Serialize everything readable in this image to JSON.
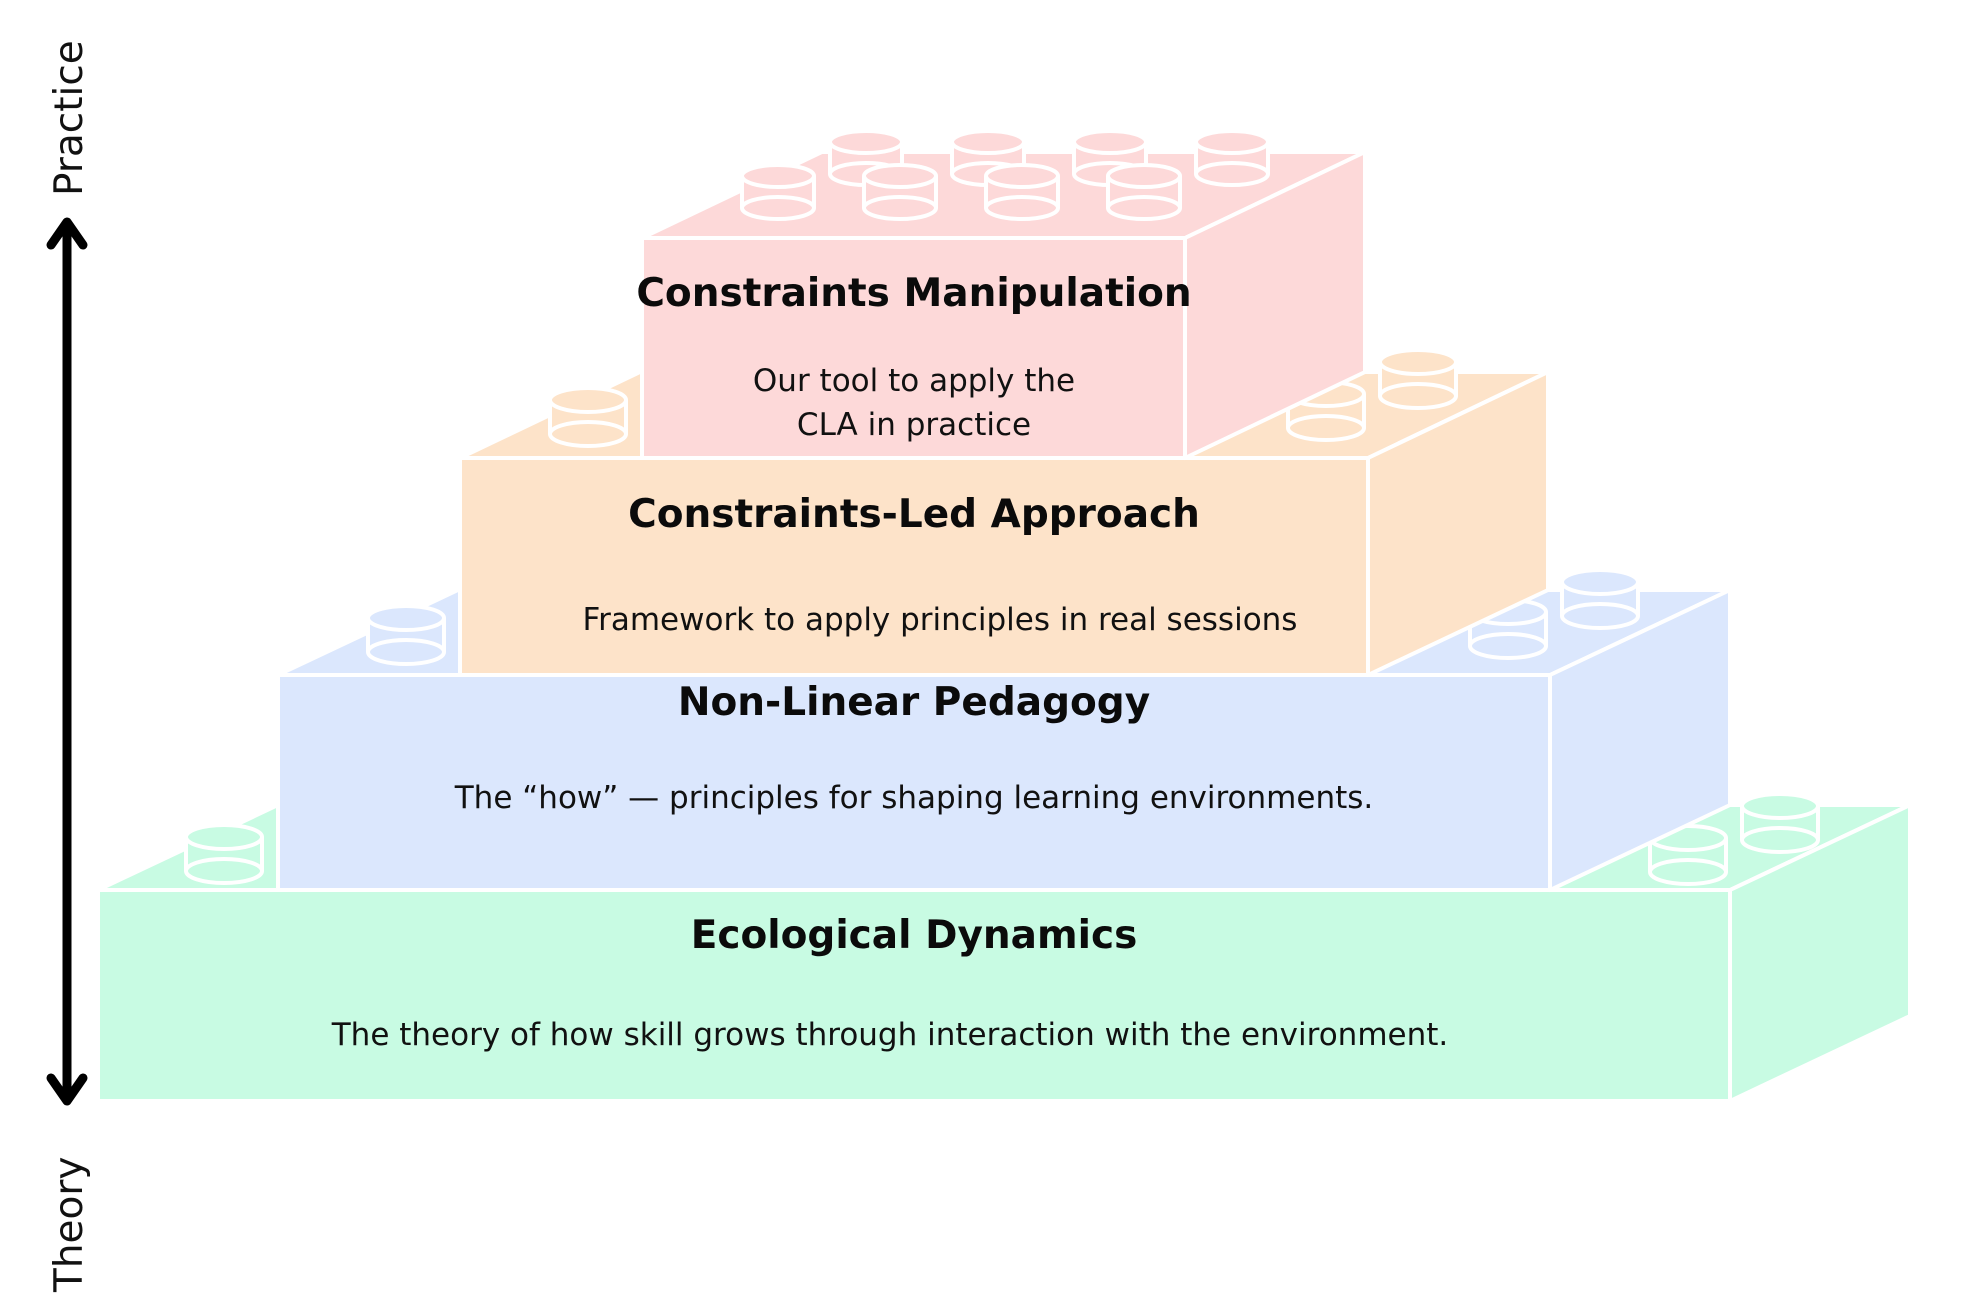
{
  "axis": {
    "top_label": "Practice",
    "bottom_label": "Theory"
  },
  "layers": [
    {
      "title": "Ecological Dynamics",
      "description": [
        "The theory of how skill grows through interaction with the environment."
      ],
      "color": "#c8fbe3"
    },
    {
      "title": "Non-Linear Pedagogy",
      "description": [
        "The “how” — principles for shaping learning environments."
      ],
      "color": "#dbe7fd"
    },
    {
      "title": "Constraints-Led Approach",
      "description": [
        "Framework to apply principles in real sessions"
      ],
      "color": "#fde3c9"
    },
    {
      "title": "Constraints Manipulation",
      "description": [
        "Our tool to apply the",
        "CLA in practice"
      ],
      "color": "#fdd9d9"
    }
  ]
}
